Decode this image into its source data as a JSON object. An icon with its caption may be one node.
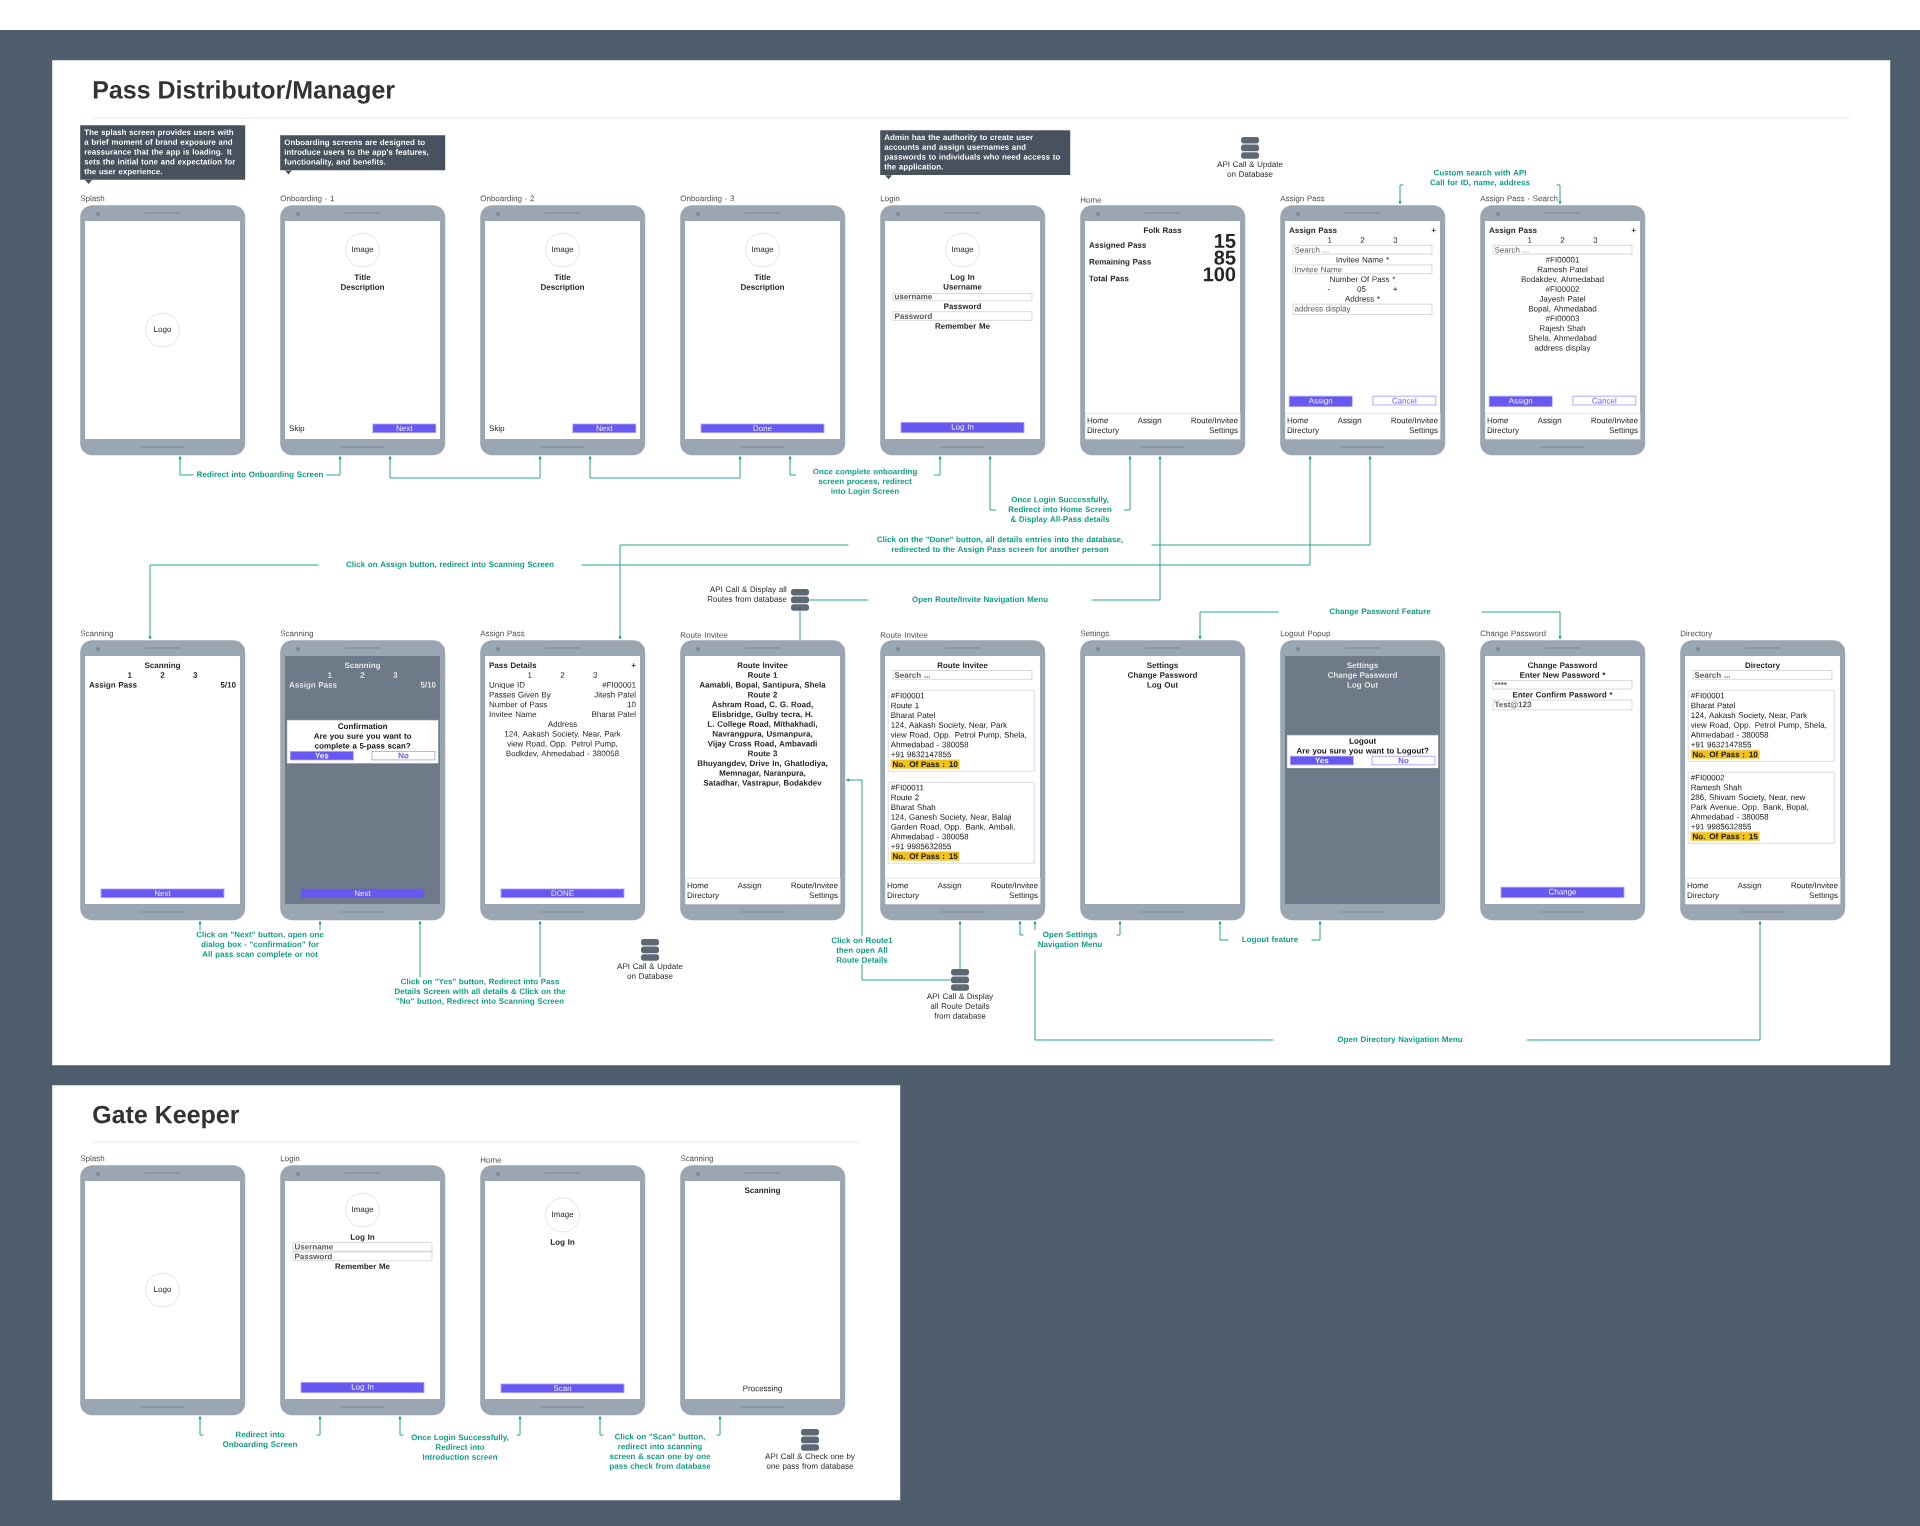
{
  "diagram": {
    "nodes": [
      {
        "text": [
          "Pass Distributor/Manager"
        ]
      },
      {
        "text": [
          "The splash screen provides users with a brief moment of brand exposure and reassurance that the app is loading. It sets the initial tone and expectation for the user experience."
        ],
        "in": 0
      },
      {
        "text": [
          "Onboarding screens are designed to introduce users to the app's features, functionality, and benefits."
        ],
        "in": 0
      },
      {
        "text": [
          "Admin has the authority to create user accounts and assign usernames and passwords to individuals who need access to the application."
        ],
        "in": 0
      },
      {
        "text": [
          "Logo"
        ],
        "beside": [
          "Splash"
        ],
        "in": 0
      },
      {
        "text": [
          "Image",
          "Title",
          "Description",
          "Skip",
          "Next"
        ],
        "beside": [
          "Onboarding - 1"
        ],
        "in": 0
      },
      {
        "text": [
          "Image",
          "Title",
          "Description",
          "Skip",
          "Next"
        ],
        "beside": [
          "Onboarding - 2"
        ],
        "in": 0
      },
      {
        "text": [
          "Image",
          "Title",
          "Description",
          "Done"
        ],
        "beside": [
          "Onboarding - 3"
        ],
        "in": 0
      },
      {
        "text": [
          "Image",
          "Log In",
          "Username",
          "username",
          "Password",
          "Password",
          "Remember Me",
          "Log In"
        ],
        "beside": [
          "Login"
        ],
        "in": 0
      },
      {
        "text": [
          "Folk Rass",
          "Assigned Pass",
          "15",
          "Remaining Pass",
          "85",
          "Total Pass",
          "100"
        ],
        "beside": [
          "Home"
        ],
        "in": 0
      },
      {
        "text": [
          "Assign Pass",
          "+",
          "1",
          "2",
          "3",
          "Search ...",
          "Invitee Name *",
          "Invitee Name",
          "Number Of Pass *",
          "-",
          "05",
          "+",
          "Address *",
          "address display",
          "Assign",
          "Cancel"
        ],
        "beside": [
          "Assign Pass"
        ],
        "in": 0
      },
      {
        "text": [
          "Assign Pass",
          "+",
          "1",
          "2",
          "3",
          "Search ...",
          "#FI00001",
          "Ramesh Patel",
          "Bodakdev, Ahmedabad",
          "#FI00002",
          "Jayesh Patel",
          "Bopal, Ahmedabad",
          "#FI00003",
          "Rajesh Shah",
          "Shela, Ahmedabad",
          "address display",
          "Assign",
          "Cancel"
        ],
        "beside": [
          "Assign Pass - Search"
        ],
        "in": 0
      },
      {
        "text": [
          "Scanning",
          "1",
          "2",
          "3",
          "Assign Pass",
          "5/10",
          "Next"
        ],
        "beside": [
          "Scanning"
        ],
        "in": 0
      },
      {
        "text": [
          "Pass Details",
          "+",
          "1",
          "2",
          "3",
          "Unique ID",
          "#FI00001",
          "Passes Given By",
          "Jitesh Patel",
          "Number of Pass",
          "10",
          "Invitee Name",
          "Bharat Patel",
          "Address",
          "124, Aakash Society, Near, Park view Road, Opp. Petrol Pump, Bodkdev, Ahmedabad - 380058",
          "DONE"
        ],
        "beside": [
          "Assign Pass"
        ],
        "in": 0
      },
      {
        "text": [
          "Route Invitee",
          "Route 1",
          "Aamabli, Bopal, Santipura, Shela",
          "Route 2",
          "Ashram Road, C. G. Road, Elisbridge, Gulby tecra, H. L. College Road, Mithakhadi, Navrangpura, Usmanpura, Vijay Cross Road, Ambavadi",
          "Route 3",
          "Bhuyangdev, Drive In, Ghatlodiya, Memnagar, Naranpura, Satadhar, Vastrapur, Bodakdev"
        ],
        "beside": [
          "Route Invitee"
        ],
        "in": 0
      },
      {
        "text": [
          "Route Invitee",
          "Search ..."
        ],
        "beside": [
          "Route Invitee"
        ],
        "in": 0
      },
      {
        "text": [
          "Settings",
          "Change Password",
          "Log Out"
        ],
        "beside": [
          "Settings"
        ],
        "in": 0
      },
      {
        "text": [
          "Settings",
          "Change Password",
          "Log Out"
        ],
        "beside": [
          "Logout Popup"
        ],
        "in": 0
      },
      {
        "text": [
          "Change Password",
          "Enter New Password *",
          "********",
          "Enter Confirm Password *",
          "Test@123",
          "Change"
        ],
        "beside": [
          "Change Password"
        ],
        "in": 0
      },
      {
        "text": [
          "Directory",
          "Search ..."
        ],
        "beside": [
          "Directory"
        ],
        "in": 0
      },
      {
        "text": [
          "Scanning",
          "1",
          "2",
          "3",
          "Assign Pass",
          "5/10",
          "Next"
        ],
        "beside": [
          "Scanning"
        ],
        "in": 0
      },
      {
        "text": [
          "Home",
          "Assign",
          "Route/Invitee",
          "Directory",
          "Settings"
        ],
        "in": 9
      },
      {
        "text": [
          "Home",
          "Assign",
          "Route/Invitee",
          "Directory",
          "Settings"
        ],
        "in": 10
      },
      {
        "text": [
          "Home",
          "Assign",
          "Route/Invitee",
          "Directory",
          "Settings"
        ],
        "in": 11
      },
      {
        "text": [
          "Home",
          "Assign",
          "Route/Invitee",
          "Directory",
          "Settings"
        ],
        "in": 14
      },
      {
        "text": [
          "#FI00001",
          "Route 1",
          "Bharat Patel",
          "124, Aakash Society, Near, Park view Road, Opp. Petrol Pump, Shela, Ahmedabad - 380058",
          "+91 9632147855",
          "No. Of Pass : 10"
        ],
        "in": 15
      },
      {
        "text": [
          "#FI00011",
          "Route 2",
          "Bharat Shah",
          "124, Ganesh Society, Near, Balaji Garden Road, Opp. Bank, Ambali, Ahmedabad - 380058",
          "+91 9985632855",
          "No. Of Pass : 15"
        ],
        "in": 15
      },
      {
        "text": [
          "Home",
          "Assign",
          "Route/Invitee",
          "Directory",
          "Settings"
        ],
        "in": 15
      },
      {
        "text": [
          "Logout",
          "Are you sure you want to Logout?",
          "Yes",
          "No"
        ],
        "in": 17
      },
      {
        "text": [
          "#FI00001",
          "Bharat Patel",
          "124, Aakash Society, Near, Park view Road, Opp. Petrol Pump, Shela, Ahmedabad - 380058",
          "+91 9632147855",
          "No. Of Pass : 10"
        ],
        "in": 19
      },
      {
        "text": [
          "#FI00002",
          "Ramesh Shah",
          "286, Shivam Society, Near, new Park Avenue, Opp. Bank, Bopal, Ahmedabad - 380058",
          "+91 9985632855",
          "No. Of Pass : 15"
        ],
        "in": 19
      },
      {
        "text": [
          "Home",
          "Assign",
          "Route/Invitee",
          "Directory",
          "Settings"
        ],
        "in": 19
      },
      {
        "text": [
          "Confirmation",
          "Are you sure you want to complete a 5-pass scan?",
          "Yes",
          "No"
        ],
        "in": 20
      },
      {
        "text": [],
        "shape": "cylinder",
        "beside": [
          "API Call & Update on Database"
        ],
        "in": 0
      },
      {
        "text": [],
        "shape": "cylinder",
        "beside": [
          "API Call & Update on Database"
        ],
        "in": 0
      },
      {
        "text": [],
        "shape": "cylinder",
        "beside": [
          "API Call & Display all Routes from database"
        ],
        "in": 0
      },
      {
        "text": [],
        "shape": "cylinder",
        "beside": [
          "API Call & Display all Route Details from database"
        ],
        "in": 0
      },
      {
        "text": [
          "Gate Keeper"
        ]
      },
      {
        "text": [
          "Logo"
        ],
        "beside": [
          "Splash"
        ],
        "in": 37
      },
      {
        "text": [
          "Image",
          "Log In",
          "Username",
          "Password",
          "Remember Me",
          "Log In"
        ],
        "beside": [
          "Login"
        ],
        "in": 37
      },
      {
        "text": [
          "Image",
          "Log In",
          "Scan"
        ],
        "beside": [
          "Home"
        ],
        "in": 37
      },
      {
        "text": [
          "Scanning",
          "Processing"
        ],
        "beside": [
          "Scanning"
        ],
        "in": 37
      },
      {
        "text": [],
        "shape": "cylinder",
        "beside": [
          "API Call & Check one by one pass from database"
        ],
        "in": 37
      }
    ],
    "edges": [
      {
        "from": 4,
        "to": 5,
        "arrow": "both",
        "label": "Redirect into Onboarding Screen"
      },
      {
        "from": 5,
        "to": 6,
        "arrow": "both"
      },
      {
        "from": 6,
        "to": 7,
        "arrow": "both"
      },
      {
        "from": 7,
        "to": 8,
        "arrow": "both",
        "label": "Once complete onboarding screen process, redirect into Login Screen"
      },
      {
        "from": 8,
        "to": 9,
        "arrow": "both",
        "label": "Once Login Successfully, Redirect into Home Screen & Display All-Pass details"
      },
      {
        "from": 35,
        "to": 9,
        "arrow": "to",
        "label": "Open Route/Invite Navigation Menu"
      },
      {
        "from": 35,
        "to": 14,
        "arrow": "none"
      },
      {
        "from": 10,
        "to": 12,
        "arrow": "both",
        "label": "Click on Assign button, redirect into Scanning Screen"
      },
      {
        "from": 10,
        "to": 11,
        "arrow": "both",
        "label": "Custom search with API Call for ID, name, address"
      },
      {
        "from": 13,
        "to": 10,
        "arrow": "both",
        "label": "Click on the \"Done\" button, all details entries into the database, redirected to the Assign Pass screen for another person"
      },
      {
        "from": 12,
        "to": 20,
        "arrow": "both",
        "label": "Click on \"Next\" button, open one dialog box - \"confirmation\" for All pass scan complete or not"
      },
      {
        "from": 20,
        "to": 13,
        "arrow": "both",
        "label": "Click on \"Yes\" button, Redirect into Pass Details Screen with all details & Click on the \"No\" button, Redirect into Scanning Screen"
      },
      {
        "from": 36,
        "to": 14,
        "arrow": "to",
        "label": "Click on Route1 then open All Route Details"
      },
      {
        "from": 36,
        "to": 15,
        "arrow": "to"
      },
      {
        "from": 15,
        "to": 16,
        "arrow": "both",
        "label": "Open Settings Navigation Menu"
      },
      {
        "from": 16,
        "to": 18,
        "arrow": "both",
        "label": "Change Password Feature"
      },
      {
        "from": 16,
        "to": 17,
        "arrow": "both",
        "label": "Logout feature"
      },
      {
        "from": 15,
        "to": 19,
        "arrow": "both",
        "label": "Open Directory Navigation Menu"
      },
      {
        "from": 38,
        "to": 39,
        "arrow": "both",
        "label": "Redirect into Onboarding Screen"
      },
      {
        "from": 39,
        "to": 40,
        "arrow": "both",
        "label": "Once Login Successfully, Redirect into Introduction screen"
      },
      {
        "from": 40,
        "to": 41,
        "arrow": "both",
        "label": "Click on \"Scan\" button, redirect into scanning screen & scan one by one pass check from database"
      }
    ]
  }
}
